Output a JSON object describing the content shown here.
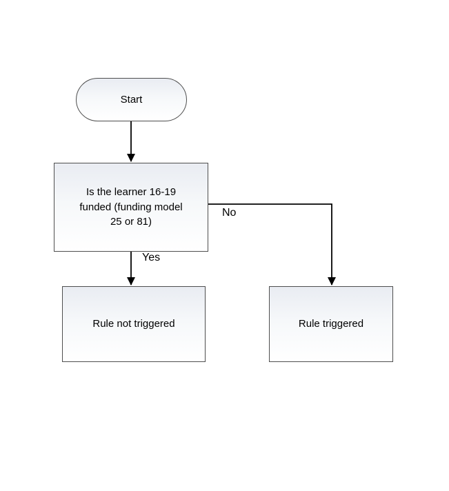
{
  "diagram": {
    "type": "flowchart",
    "nodes": {
      "start": {
        "label": "Start",
        "shape": "terminator"
      },
      "decision": {
        "label": "Is the learner 16-19 funded (funding model 25 or 81)",
        "shape": "process"
      },
      "rule_not_triggered": {
        "label": "Rule not triggered",
        "shape": "process"
      },
      "rule_triggered": {
        "label": "Rule triggered",
        "shape": "process"
      }
    },
    "edges": {
      "start_to_decision": {
        "from": "start",
        "to": "decision",
        "label": ""
      },
      "yes": {
        "from": "decision",
        "to": "rule_not_triggered",
        "label": "Yes"
      },
      "no": {
        "from": "decision",
        "to": "rule_triggered",
        "label": "No"
      }
    },
    "colors": {
      "node_border": "#4d4d4d",
      "node_fill_top": "#e9ecf2",
      "node_fill_bottom": "#ffffff",
      "arrow": "#000000",
      "text": "#000000",
      "background": "#ffffff"
    }
  }
}
